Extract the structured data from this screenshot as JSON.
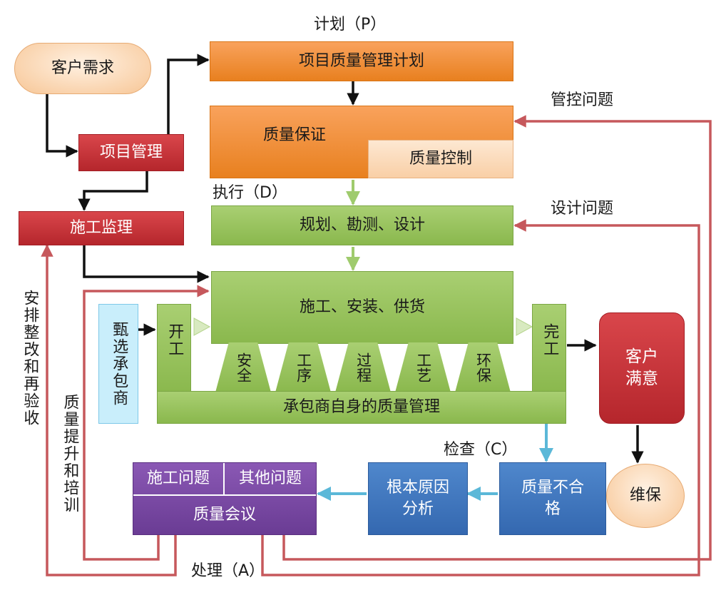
{
  "phases": {
    "plan": "计划（P）",
    "do": "执行（D）",
    "check": "检查（C）",
    "act": "处理（A）"
  },
  "nodes": {
    "customer_demand": "客户需求",
    "project_management": "项目管理",
    "construction_supervision": "施工监理",
    "quality_plan": "项目质量管理计划",
    "quality_assurance": "质量保证",
    "quality_control": "质量控制",
    "planning_survey_design": "规划、勘测、设计",
    "construction_install_supply": "施工、安装、供货",
    "contractor_selection": "甄选承包商",
    "start_work": "开工",
    "complete_work": "完工",
    "contractor_qm": "承包商自身的质量管理",
    "pillars": [
      "安全",
      "工序",
      "过程",
      "工艺",
      "环保"
    ],
    "customer_satisfaction": "客户满意",
    "maintenance": "维保",
    "quality_nonconforming": "质量不合格",
    "root_cause_analysis": "根本原因分析",
    "construction_issues": "施工问题",
    "other_issues": "其他问题",
    "quality_meeting": "质量会议"
  },
  "feedback": {
    "control_issues": "管控问题",
    "design_issues": "设计问题",
    "rectify": "安排整改和再验收",
    "improve_train": "质量提升和培训"
  }
}
